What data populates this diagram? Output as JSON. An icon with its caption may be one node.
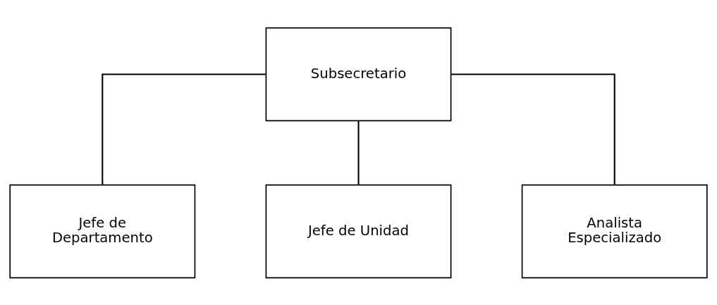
{
  "diagram": {
    "nodes": [
      {
        "text": [
          "Subsecretario"
        ]
      },
      {
        "text": [
          "Jefe de Departamento"
        ]
      },
      {
        "text": [
          "Jefe de Unidad"
        ]
      },
      {
        "text": [
          "Analista Especializado"
        ]
      }
    ],
    "edges": [
      {
        "from": 0,
        "to": 1,
        "arrow": "none"
      },
      {
        "from": 0,
        "to": 2,
        "arrow": "none"
      },
      {
        "from": 0,
        "to": 3,
        "arrow": "none"
      }
    ]
  }
}
